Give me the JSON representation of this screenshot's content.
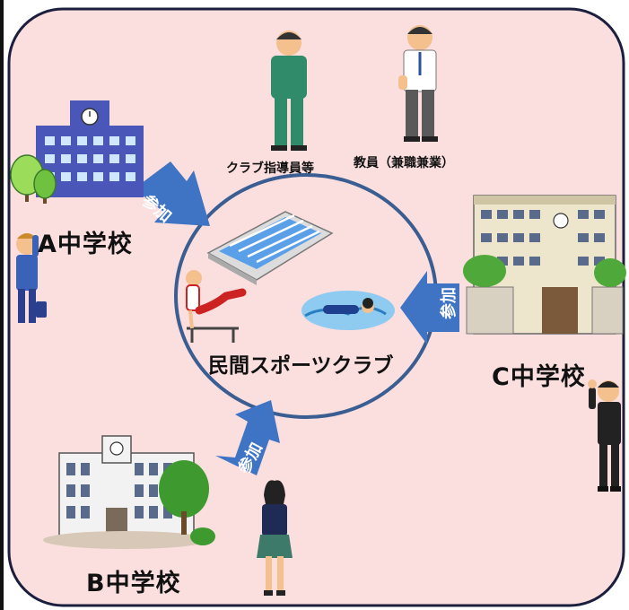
{
  "center": {
    "label": "民間スポーツクラブ"
  },
  "schools": {
    "a": {
      "label": "A中学校"
    },
    "b": {
      "label": "B中学校"
    },
    "c": {
      "label": "C中学校"
    }
  },
  "staff": {
    "coach": {
      "label": "クラブ指導員等"
    },
    "teacher": {
      "label": "教員（兼職兼業）"
    }
  },
  "arrows": {
    "a": {
      "label": "参加"
    },
    "b": {
      "label": "参加"
    },
    "c": {
      "label": "参加"
    }
  },
  "colors": {
    "panel_fill": "#fbdfdf",
    "panel_border": "#1b1f3d",
    "circle_stroke": "#3a5e92",
    "arrow_fill": "#3f74c4",
    "pool_water": "#5aa0e8"
  }
}
